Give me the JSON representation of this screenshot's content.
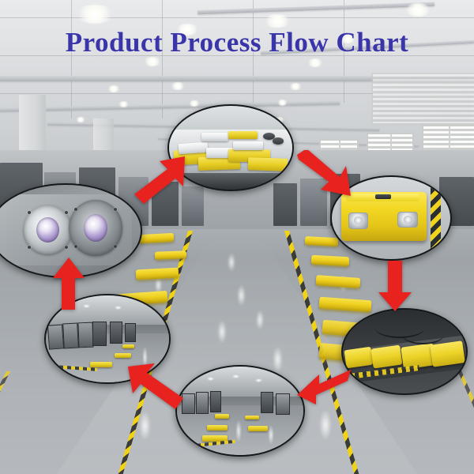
{
  "title": "Product Process Flow Chart",
  "title_color": "#3a35a8",
  "background": {
    "scene": "factory-interior",
    "description_parts": [
      "ceiling-lights",
      "overhead-beams",
      "right-side-windows",
      "glossy-gray-floor",
      "yellow-black-hazard-aisle",
      "yellow-products-on-floor"
    ]
  },
  "flow": {
    "direction": "counter-clockwise-start-top-right",
    "nodes": [
      {
        "id": "node-lamp-assembly",
        "name": "lamp-reflector-assembly-photo",
        "caption": "Lamp reflector assemblies on metal plate"
      },
      {
        "id": "node-housing-bench",
        "name": "housing-assembly-bench-photo",
        "caption": "Yellow housings on assembly bench"
      },
      {
        "id": "node-finished-unit",
        "name": "finished-yellow-unit-photo",
        "caption": "Finished yellow unit with twin lamps"
      },
      {
        "id": "node-conveyor-line",
        "name": "conveyor-test-line-photo",
        "caption": "Yellow units on conveyor test line"
      },
      {
        "id": "node-workshop-floor",
        "name": "workshop-floor-photo",
        "caption": "Workshop floor with yellow units"
      },
      {
        "id": "node-test-station",
        "name": "testing-station-photo",
        "caption": "Testing station racks and units"
      }
    ],
    "arrows": [
      {
        "id": "arrow-1",
        "name": "arrow-up-right",
        "from": "node-lamp-assembly",
        "to": "node-housing-bench",
        "direction": "up-right"
      },
      {
        "id": "arrow-2",
        "name": "arrow-down-right",
        "from": "node-housing-bench",
        "to": "node-finished-unit",
        "direction": "down-right"
      },
      {
        "id": "arrow-3",
        "name": "arrow-down",
        "from": "node-finished-unit",
        "to": "node-conveyor-line",
        "direction": "down"
      },
      {
        "id": "arrow-4",
        "name": "arrow-down-left",
        "from": "node-conveyor-line",
        "to": "node-workshop-floor",
        "direction": "left"
      },
      {
        "id": "arrow-5",
        "name": "arrow-up-left",
        "from": "node-workshop-floor",
        "to": "node-test-station",
        "direction": "up-left"
      },
      {
        "id": "arrow-6",
        "name": "arrow-up",
        "from": "node-test-station",
        "to": "node-lamp-assembly",
        "direction": "up"
      }
    ],
    "arrow_color": "#e8221f"
  }
}
